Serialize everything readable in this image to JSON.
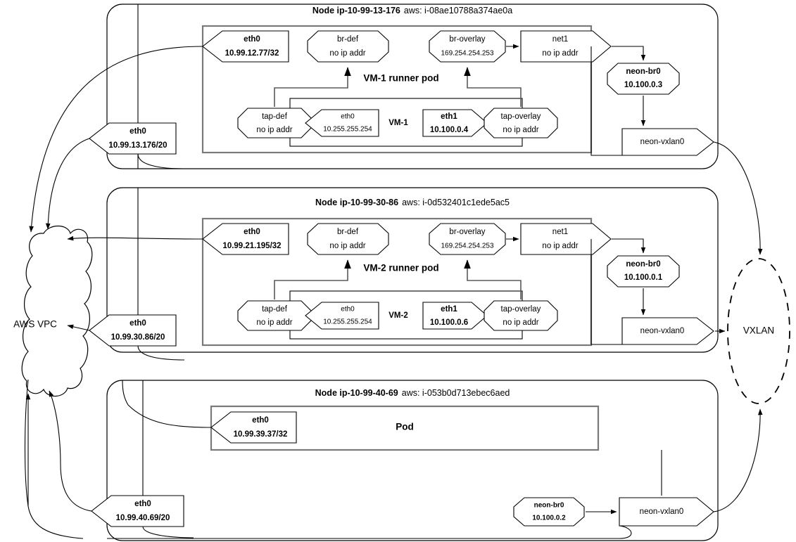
{
  "diagram": {
    "title_prefix": "Node",
    "aws_label": "aws:"
  },
  "vpc": {
    "label": "AWS VPC"
  },
  "vxlan": {
    "label": "VXLAN"
  },
  "nodes": [
    {
      "id": "node-1",
      "name": "Node ip-10-99-13-176",
      "aws": "aws: i-08ae10788a374ae0a",
      "node_eth0": {
        "name": "eth0",
        "addr": "10.99.13.176/20"
      },
      "pod": {
        "label": "VM-1 runner pod",
        "eth0": {
          "name": "eth0",
          "addr": "10.99.12.77/32"
        },
        "br_def": {
          "name": "br-def",
          "addr": "no ip addr"
        },
        "br_overlay": {
          "name": "br-overlay",
          "addr": "169.254.254.253"
        },
        "net1": {
          "name": "net1",
          "addr": "no ip addr"
        },
        "tap_def": {
          "name": "tap-def",
          "addr": "no ip addr"
        },
        "tap_overlay": {
          "name": "tap-overlay",
          "addr": "no ip addr"
        },
        "vm": {
          "label": "VM-1",
          "eth0": {
            "name": "eth0",
            "addr": "10.255.255.254"
          },
          "eth1": {
            "name": "eth1",
            "addr": "10.100.0.4"
          }
        }
      },
      "neon_br0": {
        "name": "neon-br0",
        "addr": "10.100.0.3"
      },
      "neon_vxlan0": {
        "name": "neon-vxlan0"
      }
    },
    {
      "id": "node-2",
      "name": "Node ip-10-99-30-86",
      "aws": "aws: i-0d532401c1ede5ac5",
      "node_eth0": {
        "name": "eth0",
        "addr": "10.99.30.86/20"
      },
      "pod": {
        "label": "VM-2 runner pod",
        "eth0": {
          "name": "eth0",
          "addr": "10.99.21.195/32"
        },
        "br_def": {
          "name": "br-def",
          "addr": "no ip addr"
        },
        "br_overlay": {
          "name": "br-overlay",
          "addr": "169.254.254.253"
        },
        "net1": {
          "name": "net1",
          "addr": "no ip addr"
        },
        "tap_def": {
          "name": "tap-def",
          "addr": "no ip addr"
        },
        "tap_overlay": {
          "name": "tap-overlay",
          "addr": "no ip addr"
        },
        "vm": {
          "label": "VM-2",
          "eth0": {
            "name": "eth0",
            "addr": "10.255.255.254"
          },
          "eth1": {
            "name": "eth1",
            "addr": "10.100.0.6"
          }
        }
      },
      "neon_br0": {
        "name": "neon-br0",
        "addr": "10.100.0.1"
      },
      "neon_vxlan0": {
        "name": "neon-vxlan0"
      }
    },
    {
      "id": "node-3",
      "name": "Node ip-10-99-40-69",
      "aws": "aws: i-053b0d713ebec6aed",
      "node_eth0": {
        "name": "eth0",
        "addr": "10.99.40.69/20"
      },
      "pod": {
        "label": "Pod",
        "eth0": {
          "name": "eth0",
          "addr": "10.99.39.37/32"
        }
      },
      "neon_br0": {
        "name": "neon-br0",
        "addr": "10.100.0.2"
      },
      "neon_vxlan0": {
        "name": "neon-vxlan0"
      }
    }
  ],
  "colors": {
    "stroke": "#000000",
    "pod_border": "#7a7a7a",
    "grey_edge": "#5a5a5a",
    "background": "#ffffff"
  }
}
